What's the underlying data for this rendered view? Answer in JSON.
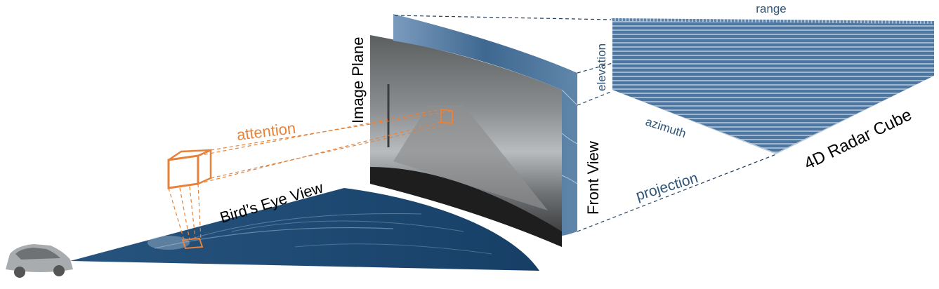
{
  "labels": {
    "range": "range",
    "elevation": "elevation",
    "image_plane": "Image Plane",
    "attention": "attention",
    "azimuth": "azimuth",
    "radar_cube": "4D Radar Cube",
    "front_view": "Front View",
    "projection": "projection",
    "birds_eye_view": "Bird’s Eye View"
  },
  "colors": {
    "radar_blue": "#1f4a72",
    "radar_light": "#5f86aa",
    "attention_orange": "#e8823a",
    "label_blue": "#2f5679",
    "dash_navy": "#1f3d5c"
  },
  "icons": {
    "car": "car-icon"
  }
}
